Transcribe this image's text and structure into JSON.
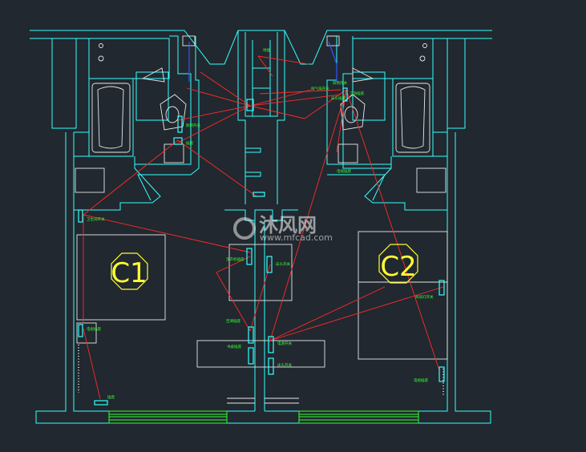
{
  "room_labels": {
    "left": "C1",
    "right": "C2"
  },
  "watermark": {
    "brand": "沐风网",
    "url": "www.mfcad.com"
  },
  "tags": {
    "t1": "照明开关",
    "t2": "插座",
    "t3": "排气扇开关",
    "t4": "卫浴插座",
    "t5": "卫生间开关",
    "t6": "洗衣机插座",
    "t7": "床头开关",
    "t8": "电视插座",
    "t9": "空调插座",
    "t10": "书桌插座",
    "t11": "电源开关",
    "t12": "床头开关",
    "t13": "阅读灯开关",
    "t14": "电视插座",
    "t15": "插座",
    "t16": "地插",
    "t17": "床头插座",
    "t18": "照明开关",
    "t19": "电视插座"
  },
  "colors": {
    "wall": "#33ffff",
    "wiring": "#ff2a2a",
    "text": "#33ff33",
    "label": "#ffff33",
    "fixture": "#e8e8e8",
    "window": "#33ff33",
    "switch": "#33ffff",
    "background": "#21282f"
  }
}
